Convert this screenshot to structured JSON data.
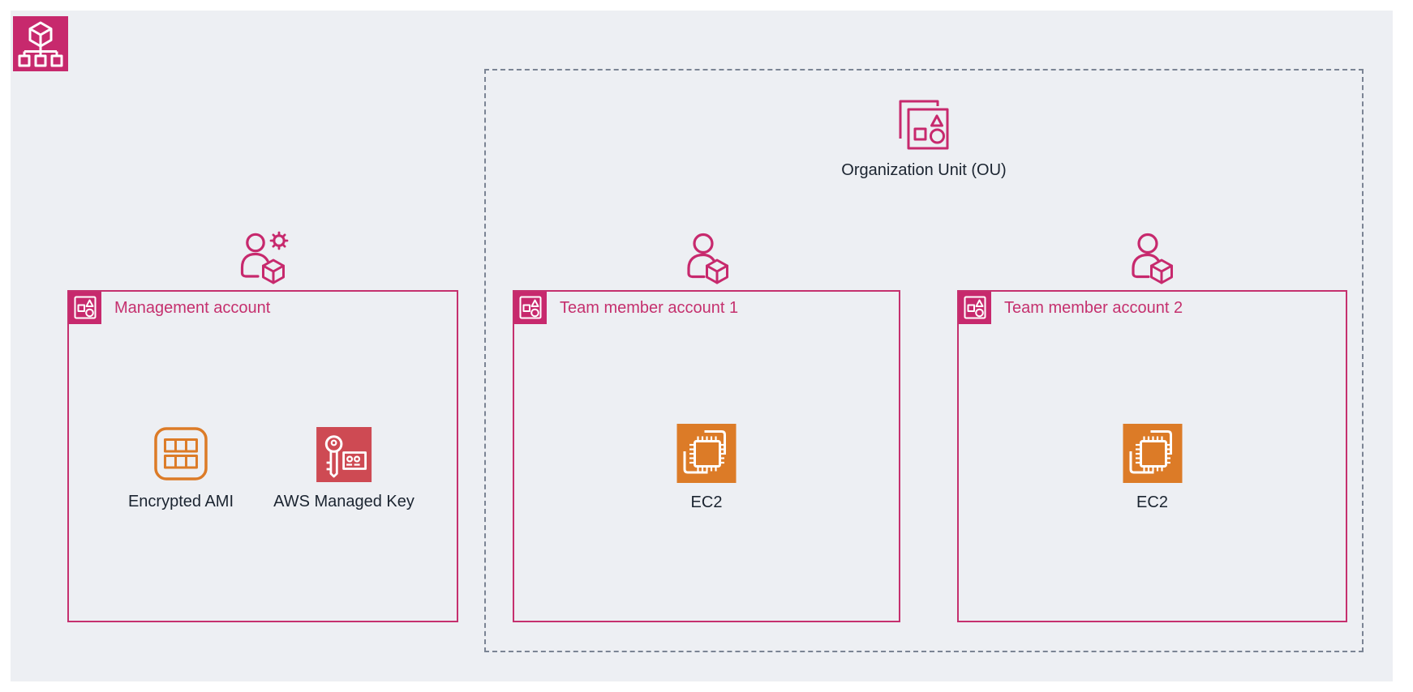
{
  "diagram": {
    "ou_label": "Organization Unit (OU)",
    "boxes": {
      "management": {
        "title": "Management account"
      },
      "team1": {
        "title": "Team member account 1"
      },
      "team2": {
        "title": "Team member account 2"
      }
    },
    "resources": {
      "encrypted_ami": "Encrypted AMI",
      "aws_managed_key": "AWS Managed Key",
      "ec2_1": "EC2",
      "ec2_2": "EC2"
    },
    "icons": [
      "aws-organizations-icon",
      "organizational-unit-icon",
      "aws-account-icon",
      "admin-user-icon",
      "team-member-user-icon",
      "encrypted-ami-icon",
      "aws-managed-key-icon",
      "ec2-icon"
    ],
    "colors": {
      "accent_pink": "#C5306E",
      "icon_pink_fill": "#C7296D",
      "orange": "#DC7B27",
      "key_red": "#CE4A53",
      "background": "#EDEFF3",
      "ou_border": "#7B8494",
      "label_dark": "#1B2430"
    }
  }
}
